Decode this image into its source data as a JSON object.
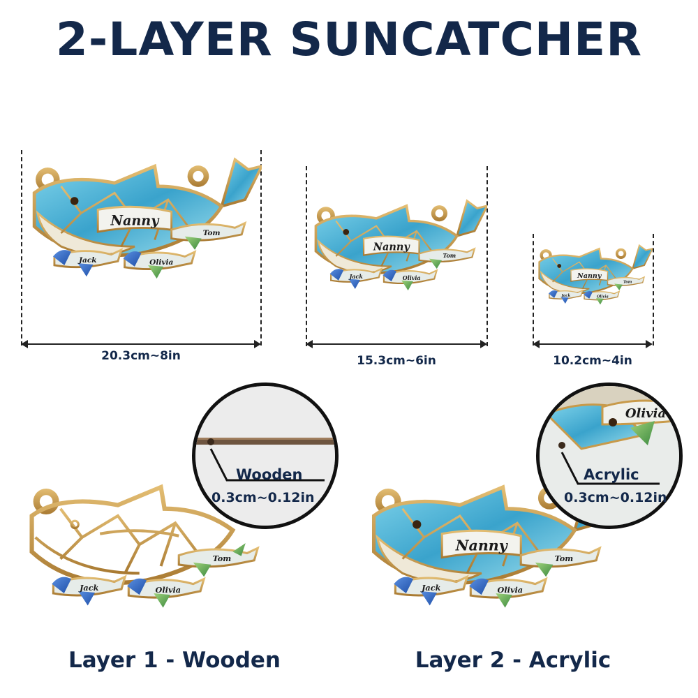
{
  "title": "2-LAYER SUNCATCHER",
  "names": {
    "main": "Nanny",
    "dolphin_1": "Tom",
    "dolphin_2": "Jack",
    "dolphin_3": "Olivia"
  },
  "sizes": [
    {
      "label": "20.3cm~8in"
    },
    {
      "label": "15.3cm~6in"
    },
    {
      "label": "10.2cm~4in"
    }
  ],
  "layers": [
    {
      "caption": "Layer 1 - Wooden",
      "material": "Wooden",
      "thickness": "0.3cm~0.12in"
    },
    {
      "caption": "Layer 2 - Acrylic",
      "material": "Acrylic",
      "thickness": "0.3cm~0.12in"
    }
  ],
  "colors": {
    "title": "#13284a",
    "gold": "#c89a4a",
    "aqua": "#4fb5d8",
    "pearl": "#e8ece6",
    "leaf": "#4f9a4a"
  }
}
